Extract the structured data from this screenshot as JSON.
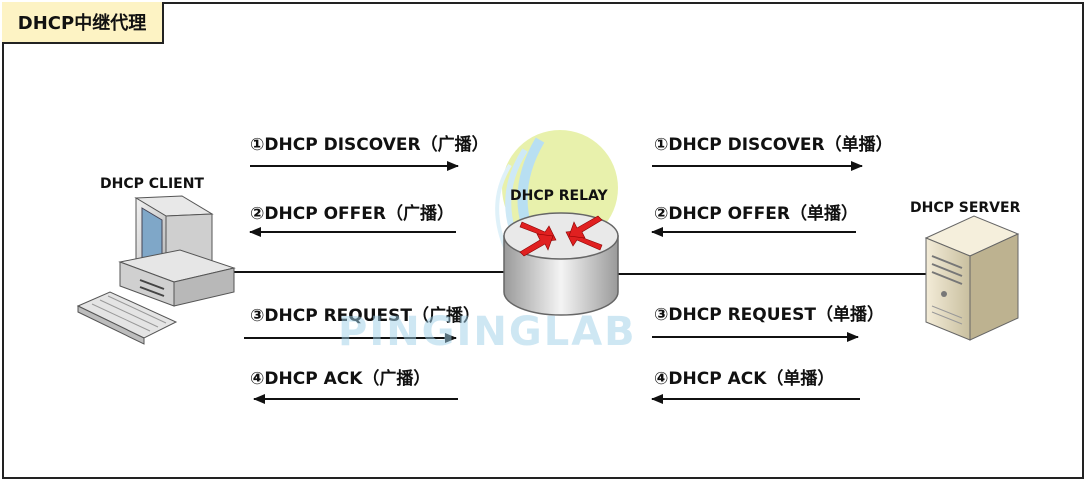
{
  "title": "DHCP中继代理",
  "nodes": {
    "client": "DHCP CLIENT",
    "relay": "DHCP RELAY",
    "server": "DHCP SERVER"
  },
  "left_messages": [
    {
      "label": "①DHCP DISCOVER（广播）",
      "direction": "right"
    },
    {
      "label": "②DHCP OFFER（广播）",
      "direction": "left"
    },
    {
      "label": "③DHCP REQUEST（广播）",
      "direction": "right"
    },
    {
      "label": "④DHCP ACK（广播）",
      "direction": "left"
    }
  ],
  "right_messages": [
    {
      "label": "①DHCP DISCOVER（单播）",
      "direction": "right"
    },
    {
      "label": "②DHCP OFFER（单播）",
      "direction": "left"
    },
    {
      "label": "③DHCP REQUEST（单播）",
      "direction": "right"
    },
    {
      "label": "④DHCP ACK（单播）",
      "direction": "left"
    }
  ],
  "watermark": "PINGINGLAB",
  "colors": {
    "title_bg": "#fdf3c4",
    "router_arrows": "#e02020",
    "router_body": "#d8d8d8"
  }
}
